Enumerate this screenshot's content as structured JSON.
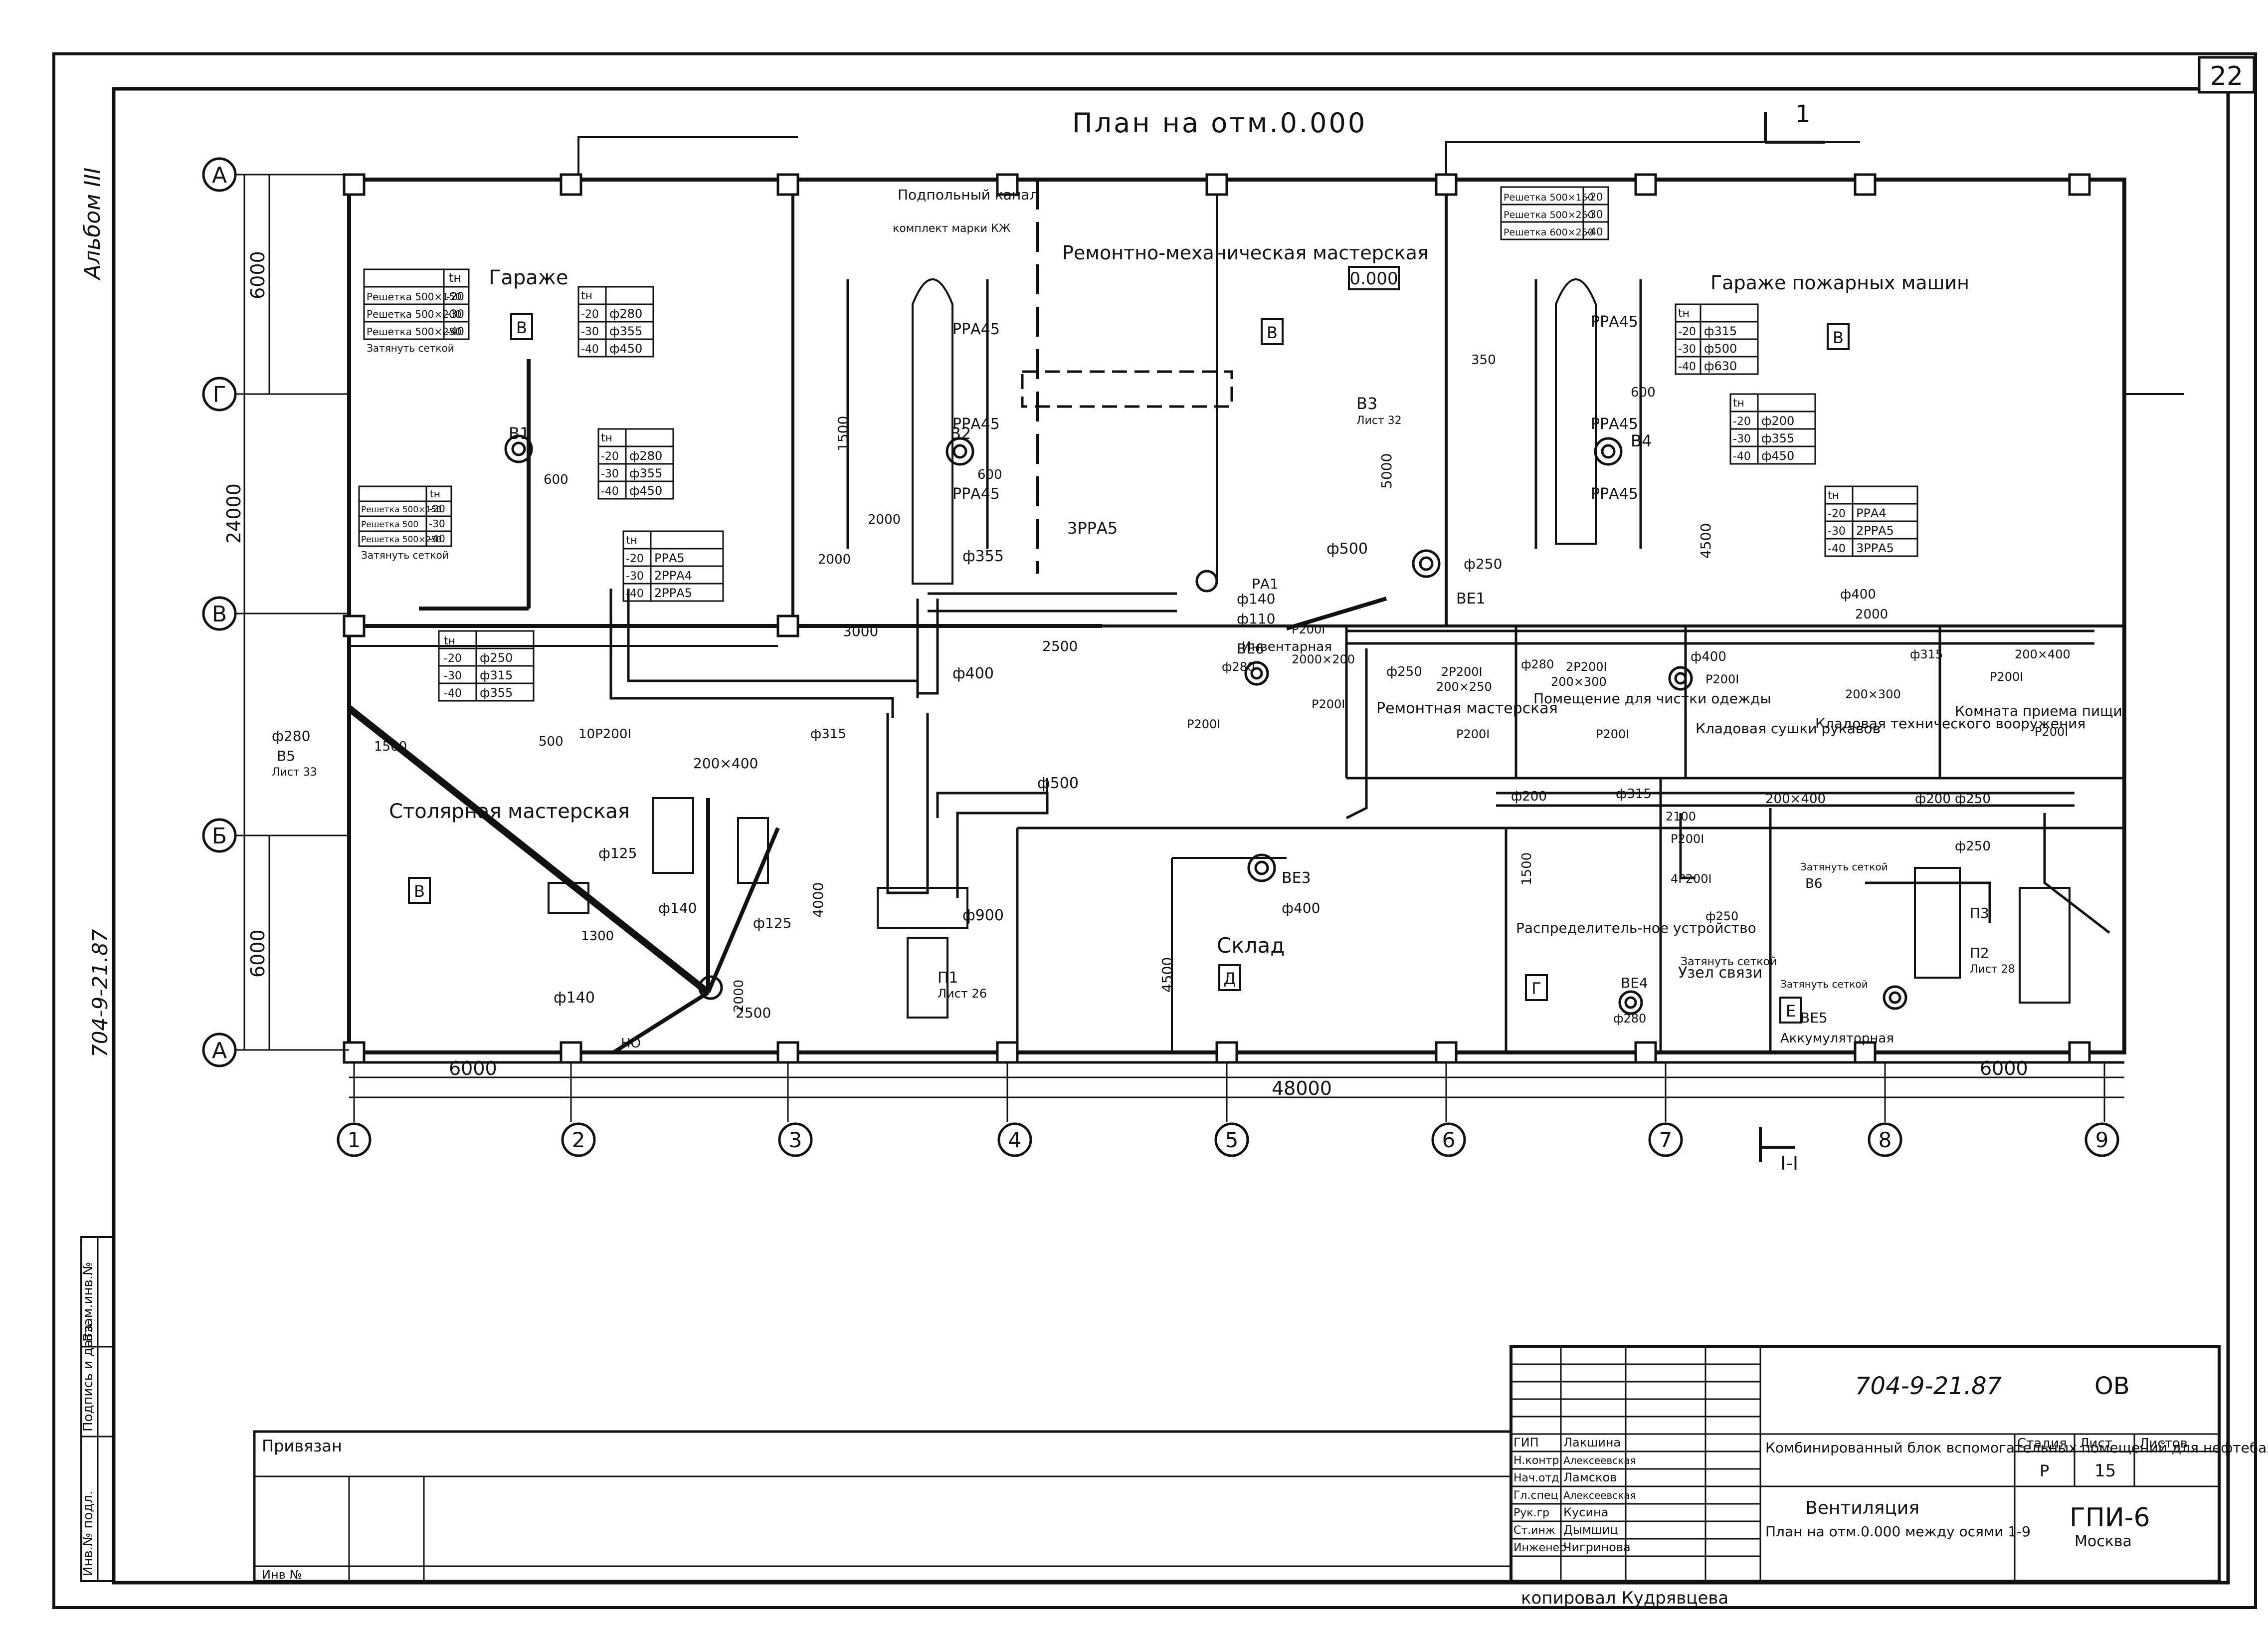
{
  "sheet_number": "22",
  "album_mark": "Альбом III",
  "doc_code_side": "704-9-21.87",
  "plan_title": "План на отм.0.000",
  "section_mark": "1",
  "section_mark_bottom": "I-I",
  "elevation_label": "0.000",
  "axes_letters": [
    "А",
    "Г",
    "В",
    "Б",
    "А"
  ],
  "axes_numbers": [
    "1",
    "2",
    "3",
    "4",
    "5",
    "6",
    "7",
    "8",
    "9"
  ],
  "dims_vertical": [
    "6000",
    "24000",
    "6000"
  ],
  "dims_horizontal": [
    "6000",
    "48000",
    "6000"
  ],
  "rooms": {
    "garage": "Гараже",
    "repair_mech": "Ремонтно-механическая мастерская",
    "fire_garage": "Гараже пожарных машин",
    "carpentry": "Столярная мастерская",
    "warehouse": "Склад",
    "repair_shop": "Ремонтная мастерская",
    "clothes_clean": "Помещение для чистки одежды",
    "hose_dry": "Кладовая сушки рукавов",
    "tech_store": "Кладовая технического вооружения",
    "meal_room": "Комната приема пищи",
    "distribution": "Распределитель-ное устройство",
    "comm_node": "Узел связи",
    "battery": "Аккумуляторная",
    "inventory": "Инвентарная",
    "underfloor": "Подпольный канал",
    "kit_note": "комплект марки КЖ"
  },
  "room_categories": [
    "В",
    "В",
    "В",
    "В",
    "Д",
    "Г",
    "Е"
  ],
  "units": [
    "В1",
    "В2",
    "В3",
    "В4",
    "ВЕ1",
    "ВЕ3",
    "ВЕ4",
    "ВЕ5",
    "ВЕ6",
    "П1",
    "П2",
    "П3",
    "В5",
    "В6",
    "РА1"
  ],
  "sheet_refs": [
    "Лист 32",
    "Лист 33",
    "Лист 26",
    "Лист 28",
    "Лист 32"
  ],
  "tables": {
    "garage_grilles": {
      "header": "tн",
      "rows": [
        [
          "Решетка 500×150",
          "-20"
        ],
        [
          "Решетка 500×200",
          "-30"
        ],
        [
          "Решетка 500×250",
          "-40"
        ]
      ],
      "note": "Затянуть сеткой"
    },
    "garage_pipe": {
      "header": "tн",
      "rows": [
        [
          "-20",
          "ф280"
        ],
        [
          "-30",
          "ф355"
        ],
        [
          "-40",
          "ф450"
        ]
      ]
    },
    "b1_pipe": {
      "header": "tн",
      "rows": [
        [
          "-20",
          "ф280"
        ],
        [
          "-30",
          "ф355"
        ],
        [
          "-40",
          "ф450"
        ]
      ]
    },
    "garage_grilles_low": {
      "header": "tн",
      "rows": [
        [
          "Решетка 500×150",
          "-20"
        ],
        [
          "Решетка 500",
          "-30"
        ],
        [
          "Решетка 500×250",
          "-40"
        ]
      ],
      "note": "Затянуть сеткой"
    },
    "pra_left": {
      "header": "tн",
      "rows": [
        [
          "-20",
          "РРА5"
        ],
        [
          "-30",
          "2РРА4"
        ],
        [
          "-40",
          "2РРА5"
        ]
      ]
    },
    "carp_pipe": {
      "header": "tн",
      "rows": [
        [
          "-20",
          "ф250"
        ],
        [
          "-30",
          "ф315"
        ],
        [
          "-40",
          "ф355"
        ]
      ]
    },
    "fire_grilles": {
      "rows": [
        [
          "Решетка 500×150",
          "-20"
        ],
        [
          "Решетка 500×250",
          "-30"
        ],
        [
          "Решетка 600×250",
          "-40"
        ]
      ]
    },
    "fire_pipe": {
      "header": "tн",
      "rows": [
        [
          "-20",
          "ф315"
        ],
        [
          "-30",
          "ф500"
        ],
        [
          "-40",
          "ф630"
        ]
      ]
    },
    "b4_pipe": {
      "header": "tн",
      "rows": [
        [
          "-20",
          "ф200"
        ],
        [
          "-30",
          "ф355"
        ],
        [
          "-40",
          "ф450"
        ]
      ]
    },
    "pra_right": {
      "header": "tн",
      "rows": [
        [
          "-20",
          "РРА4"
        ],
        [
          "-30",
          "2РРА5"
        ],
        [
          "-40",
          "3РРА5"
        ]
      ]
    }
  },
  "labels": {
    "ppa5": "РРА45",
    "ppa5b": "РРА5",
    "three_ppa5": "3РРА5",
    "d355": "ф355",
    "d400": "ф400",
    "d500": "ф500",
    "d900": "ф900",
    "d315": "ф315",
    "d140": "ф140",
    "d125": "ф125",
    "d280": "ф280",
    "d250": "ф250",
    "d110": "ф110",
    "d200": "ф200",
    "s200x400": "200×400",
    "s200x300": "200×300",
    "s200x250": "200×250",
    "s200x200": "2000×200",
    "p200": "Р200I",
    "two_p200": "2Р200I",
    "four_p200": "4Р200I",
    "ten_p200": "10Р200I",
    "d280v": "ф280",
    "d400v": "ф400",
    "n600": "600",
    "n500": "500",
    "n1500": "1500",
    "n2000": "2000",
    "n2500": "2500",
    "n3000": "3000",
    "n4000": "4000",
    "n4500": "4500",
    "n5000": "5000",
    "n350": "350",
    "n2100": "2100",
    "n1300": "1300",
    "h0": "НО",
    "grate_note": "Затянуть сеткой"
  },
  "title_block": {
    "code": "704-9-21.87",
    "section": "ОВ",
    "privyazan": "Привязан",
    "inv_no": "Инв №",
    "project": "Комбинированный блок вспомогательных помещений для нефтебаз",
    "drawing_title": "Вентиляция",
    "drawing_sub": "План на отм.0.000 между осями 1-9",
    "col_stage": "Стадия",
    "col_sheet": "Лист",
    "col_sheets": "Листов",
    "stage": "Р",
    "sheet": "15",
    "org": "ГПИ-6",
    "city": "Москва",
    "staff": [
      {
        "role": "ГИП",
        "name": "Лакшина"
      },
      {
        "role": "Н.контр",
        "name": "Алексеевская"
      },
      {
        "role": "Нач.отд",
        "name": "Ламсков"
      },
      {
        "role": "Гл.спец",
        "name": "Алексеевская"
      },
      {
        "role": "Рук.гр",
        "name": "Кусина"
      },
      {
        "role": "Ст.инж",
        "name": "Дымшиц"
      },
      {
        "role": "Инженер",
        "name": "Чигринова"
      }
    ]
  },
  "copied_by": "копировал Кудрявцева",
  "side_stamp": [
    "Инв.№ подл.",
    "Подпись и дата",
    "Взам.инв.№"
  ]
}
